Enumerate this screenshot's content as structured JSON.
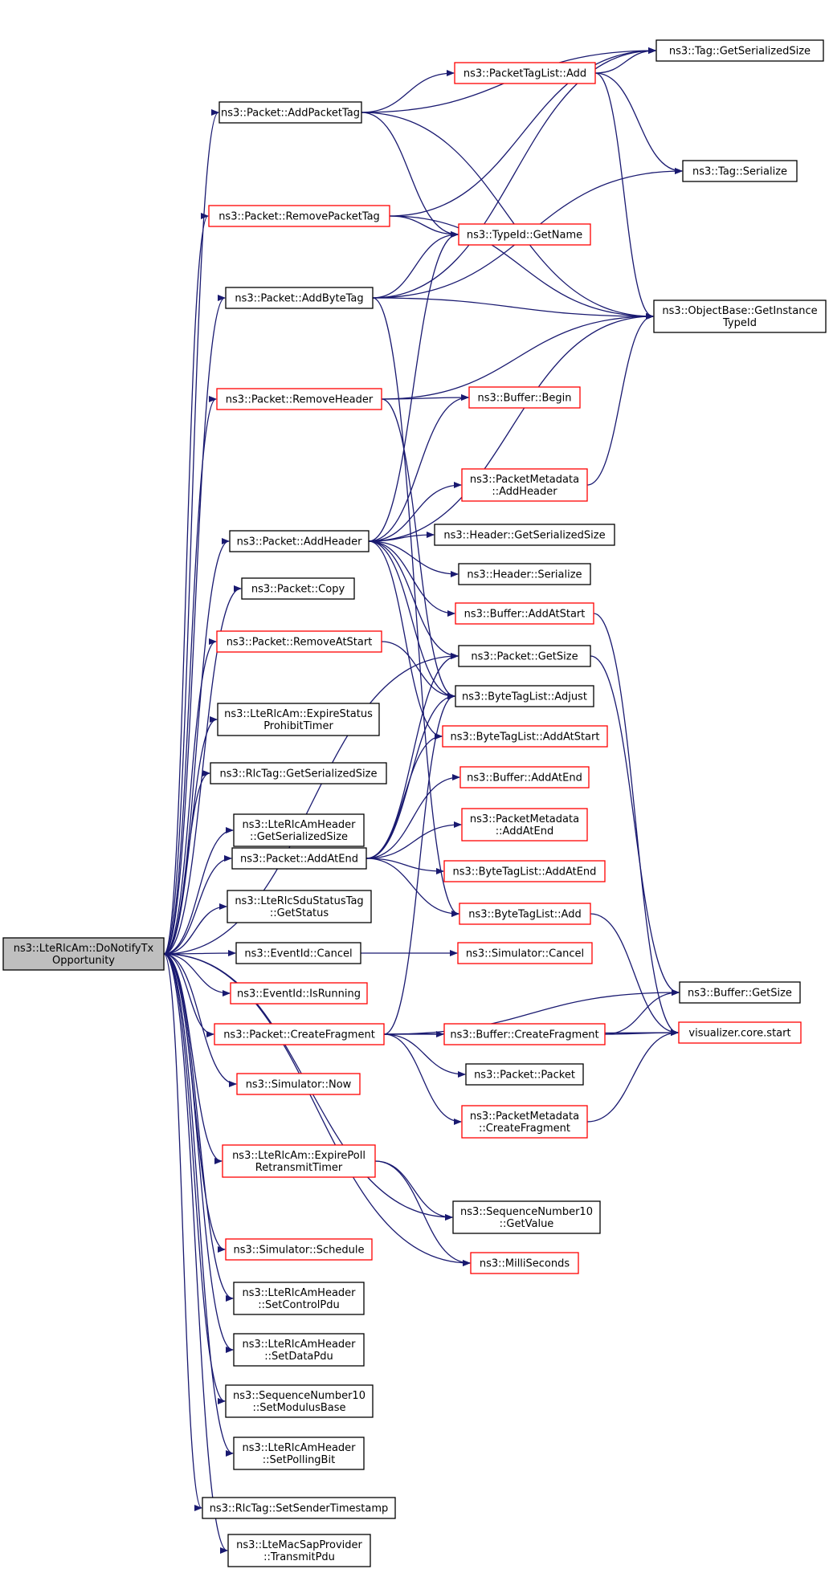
{
  "colors": {
    "edge": "#191970",
    "normal_border": "#000000",
    "red_border": "#ff0000",
    "root_fill": "#bfbfbf",
    "node_fill": "#ffffff"
  },
  "nodes": [
    {
      "id": "root",
      "lines": [
        "ns3::LteRlcAm::DoNotifyTx",
        "Opportunity"
      ],
      "border": "black",
      "root": true
    },
    {
      "id": "addPacketTag",
      "lines": [
        "ns3::Packet::AddPacketTag"
      ],
      "border": "black"
    },
    {
      "id": "removePacketTag",
      "lines": [
        "ns3::Packet::RemovePacketTag"
      ],
      "border": "red"
    },
    {
      "id": "addByteTag",
      "lines": [
        "ns3::Packet::AddByteTag"
      ],
      "border": "black"
    },
    {
      "id": "removeHeader",
      "lines": [
        "ns3::Packet::RemoveHeader"
      ],
      "border": "red"
    },
    {
      "id": "addHeader",
      "lines": [
        "ns3::Packet::AddHeader"
      ],
      "border": "black"
    },
    {
      "id": "copy",
      "lines": [
        "ns3::Packet::Copy"
      ],
      "border": "black"
    },
    {
      "id": "removeAtStart",
      "lines": [
        "ns3::Packet::RemoveAtStart"
      ],
      "border": "red"
    },
    {
      "id": "expireStatus",
      "lines": [
        "ns3::LteRlcAm::ExpireStatus",
        "ProhibitTimer"
      ],
      "border": "black"
    },
    {
      "id": "rlcTagSize",
      "lines": [
        "ns3::RlcTag::GetSerializedSize"
      ],
      "border": "black"
    },
    {
      "id": "amHeaderSize",
      "lines": [
        "ns3::LteRlcAmHeader",
        "::GetSerializedSize"
      ],
      "border": "black"
    },
    {
      "id": "addAtEnd",
      "lines": [
        "ns3::Packet::AddAtEnd"
      ],
      "border": "black"
    },
    {
      "id": "sduStatus",
      "lines": [
        "ns3::LteRlcSduStatusTag",
        "::GetStatus"
      ],
      "border": "black"
    },
    {
      "id": "eventCancel",
      "lines": [
        "ns3::EventId::Cancel"
      ],
      "border": "black"
    },
    {
      "id": "isRunning",
      "lines": [
        "ns3::EventId::IsRunning"
      ],
      "border": "red"
    },
    {
      "id": "createFragment",
      "lines": [
        "ns3::Packet::CreateFragment"
      ],
      "border": "red"
    },
    {
      "id": "simNow",
      "lines": [
        "ns3::Simulator::Now"
      ],
      "border": "red"
    },
    {
      "id": "expirePoll",
      "lines": [
        "ns3::LteRlcAm::ExpirePoll",
        "RetransmitTimer"
      ],
      "border": "red"
    },
    {
      "id": "schedule",
      "lines": [
        "ns3::Simulator::Schedule"
      ],
      "border": "red"
    },
    {
      "id": "setControlPdu",
      "lines": [
        "ns3::LteRlcAmHeader",
        "::SetControlPdu"
      ],
      "border": "black"
    },
    {
      "id": "setDataPdu",
      "lines": [
        "ns3::LteRlcAmHeader",
        "::SetDataPdu"
      ],
      "border": "black"
    },
    {
      "id": "setModulus",
      "lines": [
        "ns3::SequenceNumber10",
        "::SetModulusBase"
      ],
      "border": "black"
    },
    {
      "id": "setPollingBit",
      "lines": [
        "ns3::LteRlcAmHeader",
        "::SetPollingBit"
      ],
      "border": "black"
    },
    {
      "id": "setSenderTs",
      "lines": [
        "ns3::RlcTag::SetSenderTimestamp"
      ],
      "border": "black"
    },
    {
      "id": "transmitPdu",
      "lines": [
        "ns3::LteMacSapProvider",
        "::TransmitPdu"
      ],
      "border": "black"
    },
    {
      "id": "tagListAdd",
      "lines": [
        "ns3::PacketTagList::Add"
      ],
      "border": "red"
    },
    {
      "id": "typeIdName",
      "lines": [
        "ns3::TypeId::GetName"
      ],
      "border": "red"
    },
    {
      "id": "bufferBegin",
      "lines": [
        "ns3::Buffer::Begin"
      ],
      "border": "red"
    },
    {
      "id": "pmAddHeader",
      "lines": [
        "ns3::PacketMetadata",
        "::AddHeader"
      ],
      "border": "red"
    },
    {
      "id": "headerSize",
      "lines": [
        "ns3::Header::GetSerializedSize"
      ],
      "border": "black"
    },
    {
      "id": "headerSerialize",
      "lines": [
        "ns3::Header::Serialize"
      ],
      "border": "black"
    },
    {
      "id": "bufAddAtStart",
      "lines": [
        "ns3::Buffer::AddAtStart"
      ],
      "border": "red"
    },
    {
      "id": "packetGetSize",
      "lines": [
        "ns3::Packet::GetSize"
      ],
      "border": "black"
    },
    {
      "id": "btlAdjust",
      "lines": [
        "ns3::ByteTagList::Adjust"
      ],
      "border": "black"
    },
    {
      "id": "btlAddAtStart",
      "lines": [
        "ns3::ByteTagList::AddAtStart"
      ],
      "border": "red"
    },
    {
      "id": "bufAddAtEnd",
      "lines": [
        "ns3::Buffer::AddAtEnd"
      ],
      "border": "red"
    },
    {
      "id": "pmAddAtEnd",
      "lines": [
        "ns3::PacketMetadata",
        "::AddAtEnd"
      ],
      "border": "red"
    },
    {
      "id": "btlAddAtEnd",
      "lines": [
        "ns3::ByteTagList::AddAtEnd"
      ],
      "border": "red"
    },
    {
      "id": "btlAdd",
      "lines": [
        "ns3::ByteTagList::Add"
      ],
      "border": "red"
    },
    {
      "id": "simCancel",
      "lines": [
        "ns3::Simulator::Cancel"
      ],
      "border": "red"
    },
    {
      "id": "bufCreateFragment",
      "lines": [
        "ns3::Buffer::CreateFragment"
      ],
      "border": "red"
    },
    {
      "id": "packetCtor",
      "lines": [
        "ns3::Packet::Packet"
      ],
      "border": "black"
    },
    {
      "id": "pmCreateFragment",
      "lines": [
        "ns3::PacketMetadata",
        "::CreateFragment"
      ],
      "border": "red"
    },
    {
      "id": "seqGetValue",
      "lines": [
        "ns3::SequenceNumber10",
        "::GetValue"
      ],
      "border": "black"
    },
    {
      "id": "milliSeconds",
      "lines": [
        "ns3::MilliSeconds"
      ],
      "border": "red"
    },
    {
      "id": "tagSize",
      "lines": [
        "ns3::Tag::GetSerializedSize"
      ],
      "border": "black"
    },
    {
      "id": "tagSerialize",
      "lines": [
        "ns3::Tag::Serialize"
      ],
      "border": "black"
    },
    {
      "id": "instanceTypeId",
      "lines": [
        "ns3::ObjectBase::GetInstance",
        "TypeId"
      ],
      "border": "black"
    },
    {
      "id": "bufGetSize",
      "lines": [
        "ns3::Buffer::GetSize"
      ],
      "border": "black"
    },
    {
      "id": "vizStart",
      "lines": [
        "visualizer.core.start"
      ],
      "border": "red"
    }
  ],
  "edges": [
    [
      "root",
      "addPacketTag"
    ],
    [
      "root",
      "removePacketTag"
    ],
    [
      "root",
      "addByteTag"
    ],
    [
      "root",
      "removeHeader"
    ],
    [
      "root",
      "addHeader"
    ],
    [
      "root",
      "copy"
    ],
    [
      "root",
      "packetGetSize"
    ],
    [
      "root",
      "removeAtStart"
    ],
    [
      "root",
      "expireStatus"
    ],
    [
      "root",
      "rlcTagSize"
    ],
    [
      "root",
      "amHeaderSize"
    ],
    [
      "root",
      "addAtEnd"
    ],
    [
      "root",
      "sduStatus"
    ],
    [
      "root",
      "eventCancel"
    ],
    [
      "root",
      "isRunning"
    ],
    [
      "root",
      "createFragment"
    ],
    [
      "root",
      "simNow"
    ],
    [
      "root",
      "seqGetValue"
    ],
    [
      "root",
      "expirePoll"
    ],
    [
      "root",
      "milliSeconds"
    ],
    [
      "root",
      "schedule"
    ],
    [
      "root",
      "setControlPdu"
    ],
    [
      "root",
      "setDataPdu"
    ],
    [
      "root",
      "setModulus"
    ],
    [
      "root",
      "setPollingBit"
    ],
    [
      "root",
      "setSenderTs"
    ],
    [
      "root",
      "transmitPdu"
    ],
    [
      "addPacketTag",
      "tagListAdd"
    ],
    [
      "addPacketTag",
      "typeIdName"
    ],
    [
      "addPacketTag",
      "tagSize"
    ],
    [
      "addPacketTag",
      "instanceTypeId"
    ],
    [
      "removePacketTag",
      "typeIdName"
    ],
    [
      "removePacketTag",
      "tagSize"
    ],
    [
      "removePacketTag",
      "instanceTypeId"
    ],
    [
      "tagListAdd",
      "tagSize"
    ],
    [
      "tagListAdd",
      "tagSerialize"
    ],
    [
      "tagListAdd",
      "instanceTypeId"
    ],
    [
      "addByteTag",
      "typeIdName"
    ],
    [
      "addByteTag",
      "tagSize"
    ],
    [
      "addByteTag",
      "tagSerialize"
    ],
    [
      "addByteTag",
      "instanceTypeId"
    ],
    [
      "addByteTag",
      "btlAdd"
    ],
    [
      "removeHeader",
      "bufferBegin"
    ],
    [
      "removeHeader",
      "instanceTypeId"
    ],
    [
      "removeHeader",
      "btlAdjust"
    ],
    [
      "addHeader",
      "typeIdName"
    ],
    [
      "addHeader",
      "bufferBegin"
    ],
    [
      "addHeader",
      "instanceTypeId"
    ],
    [
      "addHeader",
      "pmAddHeader"
    ],
    [
      "addHeader",
      "headerSize"
    ],
    [
      "addHeader",
      "headerSerialize"
    ],
    [
      "addHeader",
      "bufAddAtStart"
    ],
    [
      "addHeader",
      "packetGetSize"
    ],
    [
      "addHeader",
      "btlAdjust"
    ],
    [
      "addHeader",
      "btlAddAtStart"
    ],
    [
      "pmAddHeader",
      "instanceTypeId"
    ],
    [
      "removeAtStart",
      "btlAdjust"
    ],
    [
      "addAtEnd",
      "packetGetSize"
    ],
    [
      "addAtEnd",
      "btlAdjust"
    ],
    [
      "addAtEnd",
      "btlAddAtStart"
    ],
    [
      "addAtEnd",
      "bufAddAtEnd"
    ],
    [
      "addAtEnd",
      "pmAddAtEnd"
    ],
    [
      "addAtEnd",
      "btlAddAtEnd"
    ],
    [
      "addAtEnd",
      "btlAdd"
    ],
    [
      "bufAddAtStart",
      "vizStart"
    ],
    [
      "packetGetSize",
      "bufGetSize"
    ],
    [
      "btlAdd",
      "vizStart"
    ],
    [
      "eventCancel",
      "simCancel"
    ],
    [
      "createFragment",
      "bufCreateFragment"
    ],
    [
      "createFragment",
      "bufGetSize"
    ],
    [
      "createFragment",
      "packetCtor"
    ],
    [
      "createFragment",
      "pmCreateFragment"
    ],
    [
      "createFragment",
      "vizStart"
    ],
    [
      "createFragment",
      "btlAdjust"
    ],
    [
      "bufCreateFragment",
      "bufGetSize"
    ],
    [
      "bufCreateFragment",
      "vizStart"
    ],
    [
      "pmCreateFragment",
      "vizStart"
    ],
    [
      "expirePoll",
      "seqGetValue"
    ],
    [
      "expirePoll",
      "milliSeconds"
    ]
  ]
}
